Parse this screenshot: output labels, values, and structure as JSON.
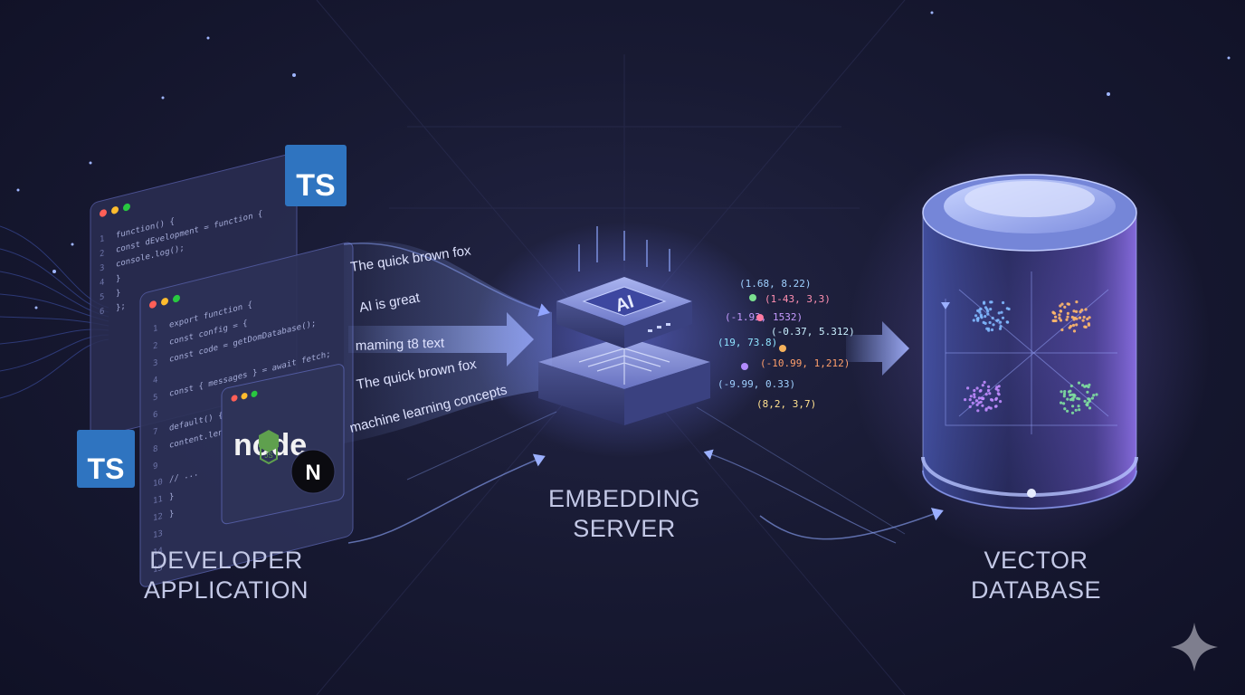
{
  "sections": {
    "developer": {
      "line1": "DEVELOPER",
      "line2": "APPLICATION"
    },
    "embedding": {
      "line1": "EMBEDDING",
      "line2": "SERVER"
    },
    "vector": {
      "line1": "VECTOR",
      "line2": "DATABASE"
    }
  },
  "badges": {
    "ts": "TS",
    "ai_chip": "AI",
    "node": "node",
    "node_js": "JS",
    "next": "N"
  },
  "text_inputs": [
    "The quick brown fox",
    "AI is great",
    "maming t8 text",
    "The quick brown fox",
    "machine learning concepts"
  ],
  "vectors": [
    {
      "text": "(1.68, 8.22)",
      "color": "#9fd0ff"
    },
    {
      "text": "(1-43, 3,3)",
      "color": "#ff8fb1"
    },
    {
      "text": "(-1.93, 1532)",
      "color": "#c59bff"
    },
    {
      "text": "(-0.37, 5.312)",
      "color": "#c9f0ff"
    },
    {
      "text": "(19, 73.8)",
      "color": "#8fe3ff"
    },
    {
      "text": "(-10.99, 1,212)",
      "color": "#ff9f6b"
    },
    {
      "text": "(-9.99, 0.33)",
      "color": "#9fd0ff"
    },
    {
      "text": "(8,2, 3,7)",
      "color": "#ffe08f"
    }
  ],
  "vector_dots": [
    {
      "color": "#7be08f"
    },
    {
      "color": "#ff7aa2"
    },
    {
      "color": "#f6b25c"
    },
    {
      "color": "#b28bff"
    }
  ],
  "code_windows": {
    "back": {
      "lines": [
        "function() {",
        "  const dEvelopment = function {",
        "  console.log();",
        "  }",
        "}",
        "};"
      ],
      "line_numbers": [
        "1",
        "2",
        "3",
        "4",
        "5",
        "6"
      ]
    },
    "front": {
      "lines": [
        "export function {",
        "  const config = {",
        "  const code = getDomDatabase();",
        "",
        "  const { messages } = await fetch;",
        "",
        "  default() {",
        "    content.length = '';",
        "",
        "  // ...",
        "  }",
        "}",
        "",
        "",
        ""
      ],
      "line_numbers": [
        "1",
        "2",
        "3",
        "4",
        "5",
        "6",
        "7",
        "8",
        "9",
        "10",
        "11",
        "12",
        "13",
        "14",
        "15"
      ]
    }
  },
  "colors": {
    "accent": "#8fa8ff",
    "ts_blue": "#2f74c0",
    "node_green": "#5fa04e"
  }
}
